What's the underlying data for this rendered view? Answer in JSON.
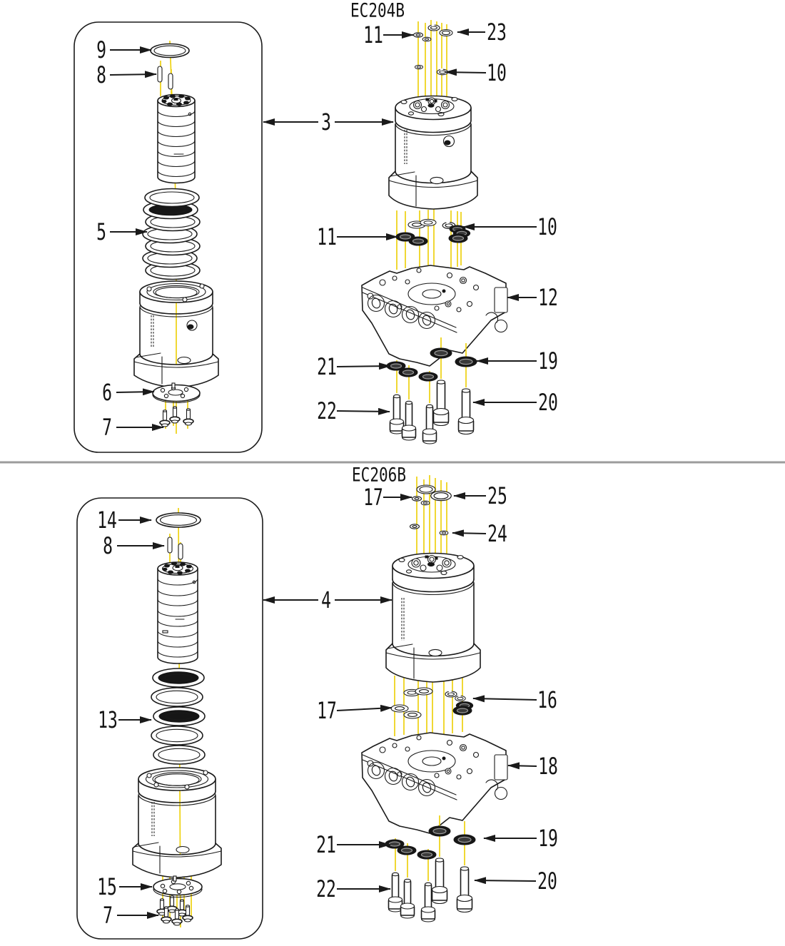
{
  "page": {
    "background": "#ffffff",
    "line_color": "#1a1a1a",
    "axis_color": "#eed211",
    "divider_color": "#9c9c9c"
  },
  "sections": [
    {
      "title": "EC204B",
      "callouts": {
        "oring": "9",
        "pins": "8",
        "seal_stack": "5",
        "end_plate": "6",
        "plate_screws": "7",
        "retainers_top": "11",
        "circlip_top": "23",
        "washer_top": "10",
        "actuator_body": "3",
        "seals_left": "11",
        "seals_right": "10",
        "valve_manifold": "12",
        "oring_left": "21",
        "oring_right": "19",
        "bolts_left": "22",
        "bolts_right": "20"
      }
    },
    {
      "title": "EC206B",
      "callouts": {
        "oring": "14",
        "pins": "8",
        "seal_stack": "13",
        "end_plate": "15",
        "plate_screws": "7",
        "retainers_top": "17",
        "circlip_top": "25",
        "washer_top": "24",
        "actuator_body": "4",
        "seals_left": "17",
        "seals_right": "16",
        "valve_manifold": "18",
        "oring_left": "21",
        "oring_right": "19",
        "bolts_left": "22",
        "bolts_right": "20"
      }
    }
  ]
}
